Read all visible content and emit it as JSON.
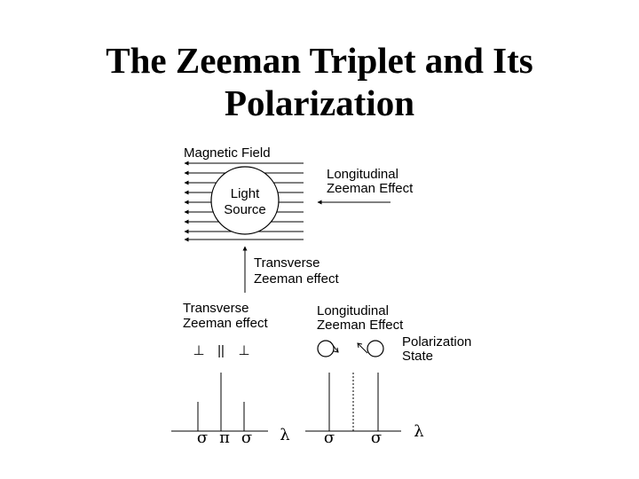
{
  "title": {
    "line1": "The Zeeman Triplet and Its",
    "line2": "Polarization"
  },
  "diagram": {
    "magnetic_field": "Magnetic Field",
    "light_source": [
      "Light",
      "Source"
    ],
    "longitudinal_top": [
      "Longitudinal",
      "Zeeman Effect"
    ],
    "transverse_mid": [
      "Transverse",
      "Zeeman effect"
    ],
    "transverse_left": [
      "Transverse",
      "Zeeman effect"
    ],
    "longitudinal_right": [
      "Longitudinal",
      "Zeeman Effect"
    ],
    "polarization": [
      "Polarization",
      "State"
    ],
    "pol_symbols_left": [
      "⊥",
      "||",
      "⊥"
    ],
    "spectrum_left": [
      "σ",
      "π",
      "σ",
      "λ"
    ],
    "spectrum_right": [
      "σ",
      "σ",
      "λ"
    ]
  }
}
